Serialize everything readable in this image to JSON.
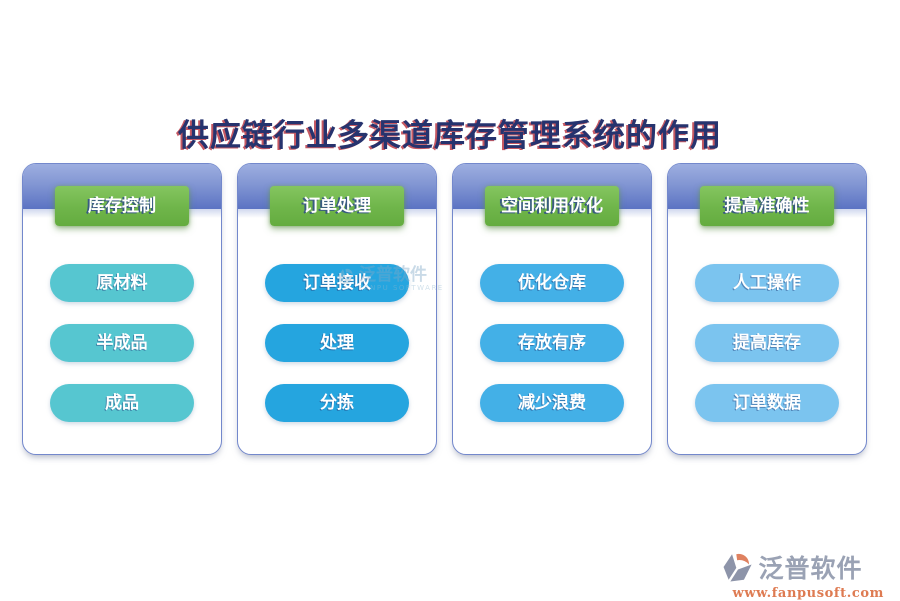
{
  "title": "供应链行业多渠道库存管理系统的作用",
  "cards": [
    {
      "header": "库存控制",
      "items": [
        "原材料",
        "半成品",
        "成品"
      ],
      "pill_color": "#56C6D0"
    },
    {
      "header": "订单处理",
      "items": [
        "订单接收",
        "处理",
        "分拣"
      ],
      "pill_color": "#25A5DF"
    },
    {
      "header": "空间利用优化",
      "items": [
        "优化仓库",
        "存放有序",
        "减少浪费"
      ],
      "pill_color": "#43B0E7"
    },
    {
      "header": "提高准确性",
      "items": [
        "人工操作",
        "提高库存",
        "订单数据"
      ],
      "pill_color": "#7BC4EF"
    }
  ],
  "watermark": {
    "name": "泛普软件",
    "subtitle": "FANPU SOFTWARE"
  },
  "footer": {
    "brand": "泛普软件",
    "url": "www.fanpusoft.com"
  },
  "colors": {
    "title_text": "#26336E",
    "title_fringe": "#B2202E",
    "card_border": "#7388CC",
    "band_gradient_top": "#9DAEE0",
    "band_gradient_bottom": "#5B73C3",
    "header_green": "#6FB54A",
    "footer_brand_grey": "#9AA2B4",
    "footer_url_orange": "#DE7B52"
  }
}
